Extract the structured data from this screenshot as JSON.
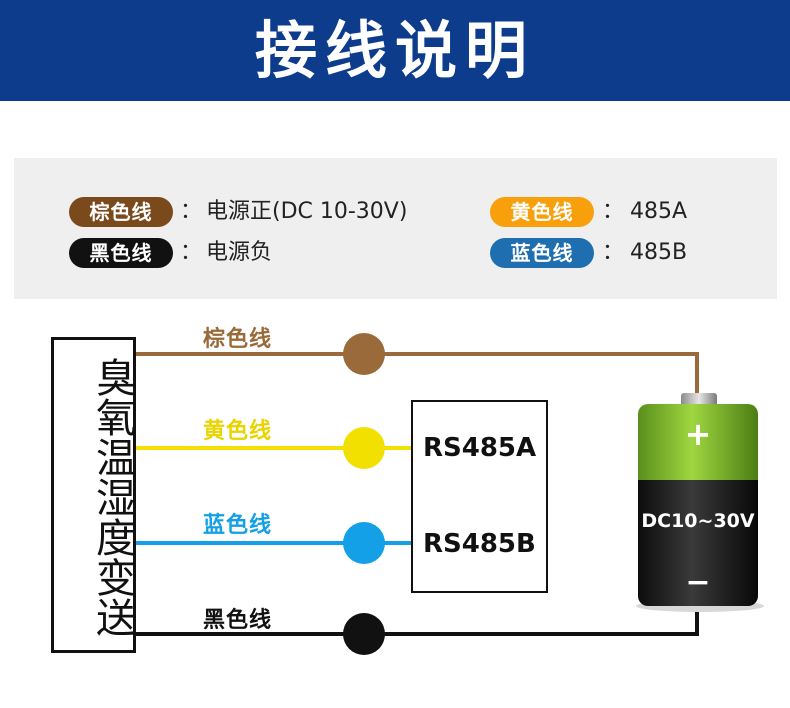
{
  "header": {
    "title": "接线说明"
  },
  "legend": {
    "items": [
      {
        "tag": "棕色线",
        "desc": "电源正(DC  10-30V)",
        "color": "#7a4a1c"
      },
      {
        "tag": "黑色线",
        "desc": "电源负",
        "color": "#111111"
      },
      {
        "tag": "黄色线",
        "desc": "485A",
        "color": "#f7a00c"
      },
      {
        "tag": "蓝色线",
        "desc": "485B",
        "color": "#1f6fb0"
      }
    ],
    "separator": "："
  },
  "device": {
    "name": "臭氧温湿度变送"
  },
  "wires": {
    "brown": {
      "label": "棕色线",
      "color": "#9a6a3a"
    },
    "yellow": {
      "label": "黄色线",
      "color": "#f2e100"
    },
    "blue": {
      "label": "蓝色线",
      "color": "#13a0e6"
    },
    "black": {
      "label": "黑色线",
      "color": "#111111"
    }
  },
  "rs485": {
    "a_label": "RS485A",
    "b_label": "RS485B"
  },
  "battery": {
    "plus": "+",
    "minus": "−",
    "voltage": "DC10~30V"
  }
}
